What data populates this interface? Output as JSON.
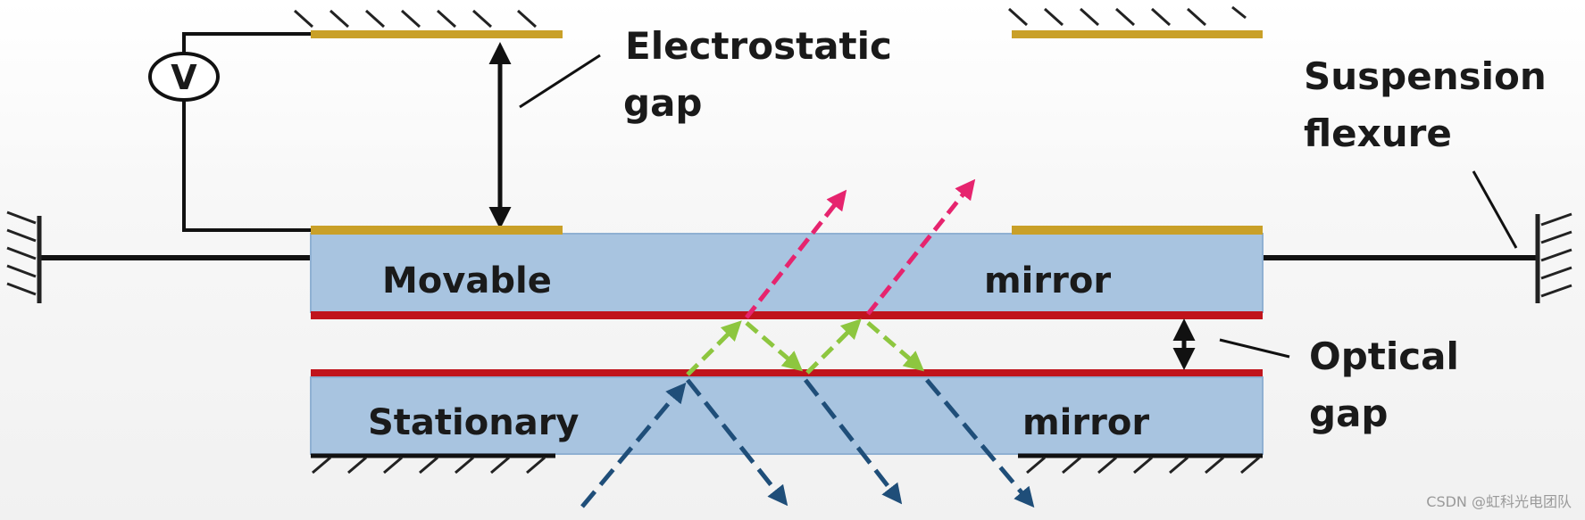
{
  "labels": {
    "electrostatic_line1": "Electrostatic",
    "electrostatic_line2": "gap",
    "suspension_line1": "Suspension",
    "suspension_line2": "flexure",
    "optical_line1": "Optical",
    "optical_line2": "gap",
    "movable_left": "Movable",
    "movable_right": "mirror",
    "stationary_left": "Stationary",
    "stationary_right": "mirror",
    "voltmeter": "V"
  },
  "watermark": "CSDN @虹科光电团队",
  "colors": {
    "mirror_fill": "#a8c4e0",
    "mirror_edge": "#8fb0d2",
    "electrode": "#c9a028",
    "reflective_layer": "#c0141c",
    "incident_ray": "#1f4e79",
    "internal_ray": "#8dc63f",
    "output_ray": "#e6246e",
    "structure": "#111111"
  }
}
